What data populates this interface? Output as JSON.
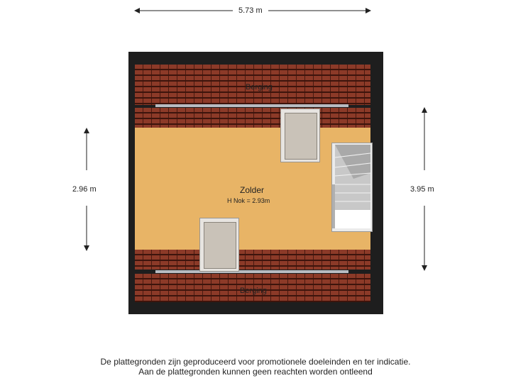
{
  "dimensions": {
    "width_top": "5.73 m",
    "height_left": "2.96 m",
    "height_right": "3.95 m"
  },
  "rooms": {
    "berging_top": "Berging",
    "zolder": "Zolder",
    "zolder_height": "H Nok = 2.93m",
    "berging_bottom": "Berging"
  },
  "disclaimer": {
    "line1": "De plattegronden zijn geproduceerd voor promotionele doeleinden en ter indicatie.",
    "line2": "Aan de plattegronden kunnen geen reachten worden ontleend"
  },
  "colors": {
    "wall": "#1e1e1e",
    "roof_tiles": "#8c3a28",
    "floor": "#e8b466",
    "window_glass": "#c9c2b8"
  }
}
